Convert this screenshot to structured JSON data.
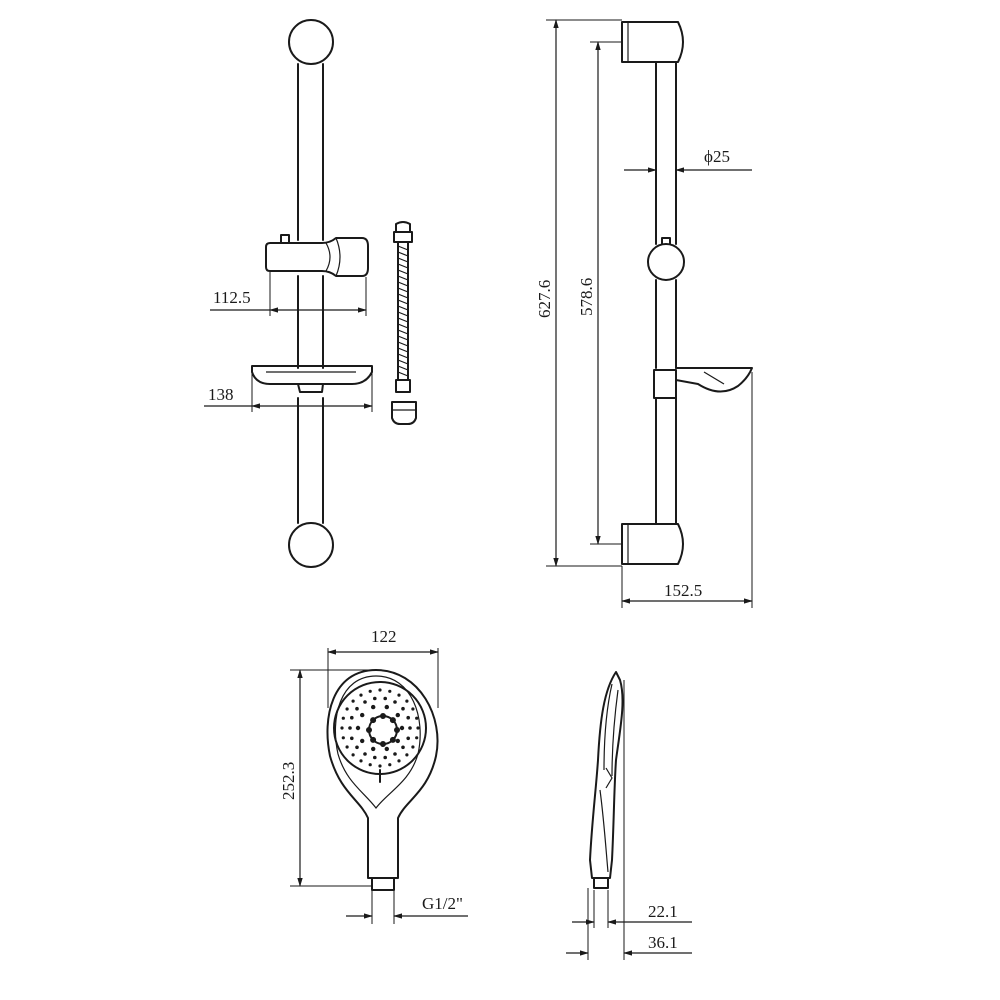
{
  "dimensions": {
    "bracket_depth": "112.5",
    "soap_dish_width": "138",
    "rail_diameter": "ϕ25",
    "overall_height": "627.6",
    "center_height": "578.6",
    "overall_depth": "152.5",
    "head_width": "122",
    "handset_length": "252.3",
    "thread": "G1/2\"",
    "handle_thickness": "22.1",
    "head_thickness": "36.1"
  },
  "colors": {
    "line": "#1a1a1a",
    "background": "#ffffff"
  }
}
